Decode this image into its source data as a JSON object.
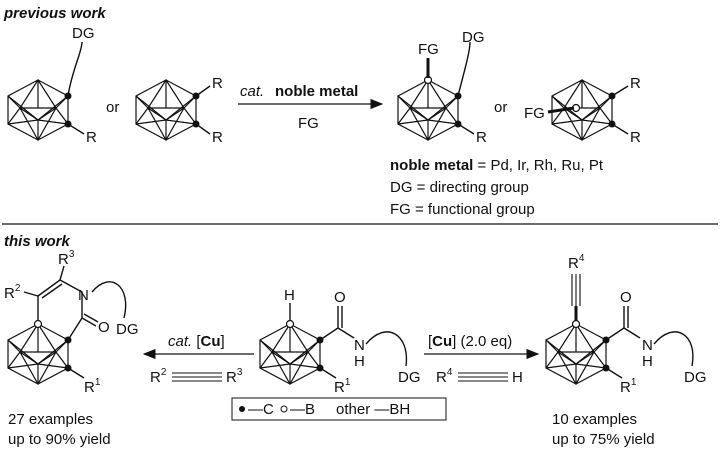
{
  "sections": {
    "previous": "previous work",
    "this": "this work"
  },
  "previous_work": {
    "reactant_dg": "DG",
    "reactant_r": "R",
    "or_text": "or",
    "arrow_top_cat": "cat.",
    "arrow_top_main": "noble metal",
    "arrow_bottom": "FG",
    "product_fg": "FG",
    "product_dg": "DG",
    "legend_noble_bold": "noble metal",
    "legend_noble_rest": " = Pd, Ir, Rh, Ru, Pt",
    "legend_dg": "DG = directing group",
    "legend_fg": "FG = functional group"
  },
  "this_work": {
    "center_h": "H",
    "center_o": "O",
    "center_nh_n": "N",
    "center_nh_h": "H",
    "center_dg": "DG",
    "center_r": "R",
    "center_r_sup": "1",
    "left_arrow_cat": "cat.",
    "left_arrow_bracket_open": "[",
    "left_arrow_cu": "Cu",
    "left_arrow_bracket_close": "]",
    "left_reagent_r2": "R",
    "left_reagent_r2_sup": "2",
    "left_reagent_r3": "R",
    "left_reagent_r3_sup": "3",
    "right_arrow_bracket_open": "[",
    "right_arrow_cu": "Cu",
    "right_arrow_rest": "] (2.0 eq)",
    "right_reagent_r4": "R",
    "right_reagent_r4_sup": "4",
    "right_reagent_h": "H",
    "left_product": {
      "r3": "R",
      "r3_sup": "3",
      "r2": "R",
      "r2_sup": "2",
      "n": "N",
      "o": "O",
      "dg": "DG",
      "r1": "R",
      "r1_sup": "1",
      "examples": "27 examples",
      "yield": "up to 90% yield"
    },
    "right_product": {
      "r4": "R",
      "r4_sup": "4",
      "o": "O",
      "n": "N",
      "h": "H",
      "dg": "DG",
      "r1": "R",
      "r1_sup": "1",
      "examples": "10 examples",
      "yield": "up to 75% yield"
    },
    "key": {
      "c": "—C",
      "b": "—B",
      "other": "other —BH"
    }
  }
}
